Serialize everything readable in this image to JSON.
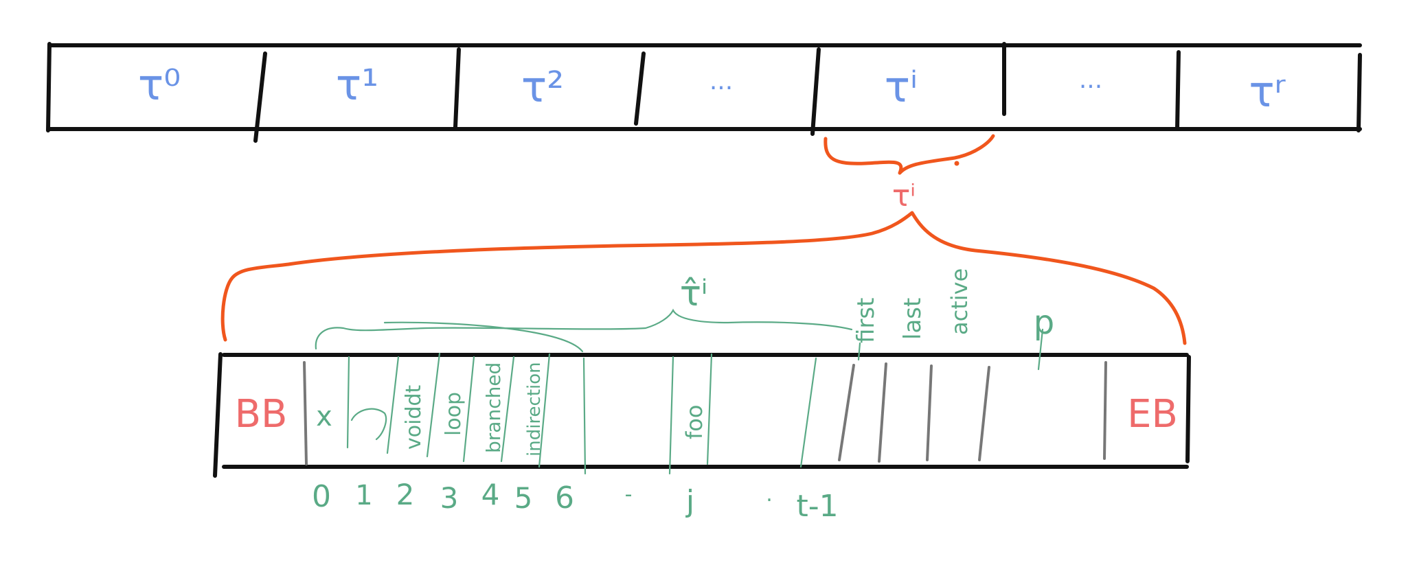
{
  "top_array": {
    "cells": [
      "τ⁰",
      "τ¹",
      "τ²",
      "...",
      "τⁱ",
      "...",
      "τʳ"
    ]
  },
  "selected_label": "τⁱ",
  "expanded_label": "τ̂ⁱ",
  "bottom_array": {
    "begin_label": "BB",
    "end_label": "EB",
    "first_slot": "x",
    "slot_words": [
      "voiddt",
      "loop",
      "branched",
      "indirection"
    ],
    "foo_label": "foo",
    "stacked_labels": [
      "first",
      "last",
      "active"
    ],
    "p_label": "p"
  },
  "indices": [
    "0",
    "1",
    "2",
    "3",
    "4",
    "5",
    "6",
    "-",
    "j",
    ".",
    "t-1"
  ]
}
